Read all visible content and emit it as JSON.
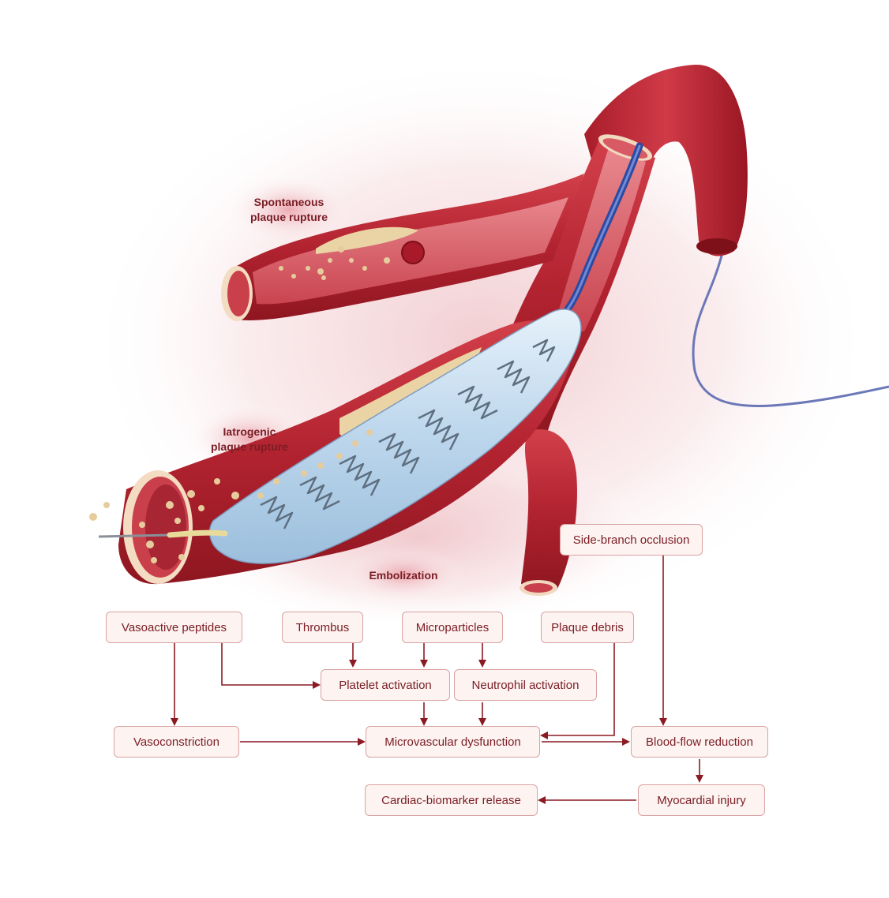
{
  "illustration": {
    "labels": {
      "spontaneous": "Spontaneous\nplaque rupture",
      "iatrogenic": "Iatrogenic\nplaque rupture",
      "embolization": "Embolization"
    }
  },
  "flowchart": {
    "nodes": {
      "side_branch_occlusion": "Side-branch occlusion",
      "vasoactive_peptides": "Vasoactive peptides",
      "thrombus": "Thrombus",
      "microparticles": "Microparticles",
      "plaque_debris": "Plaque debris",
      "platelet_activation": "Platelet activation",
      "neutrophil_activation": "Neutrophil activation",
      "vasoconstriction": "Vasoconstriction",
      "microvascular_dysfunction": "Microvascular dysfunction",
      "blood_flow_reduction": "Blood-flow reduction",
      "cardiac_biomarker_release": "Cardiac-biomarker release",
      "myocardial_injury": "Myocardial injury"
    }
  },
  "colors": {
    "arrow": "#8b1a22",
    "box_fill": "#fdf3f1",
    "box_border": "#d9a2a2",
    "text": "#7a1d24",
    "vessel": "#c8303a",
    "plaque": "#e8d3a6",
    "stent": "#c9dff0",
    "wire": "#2d4aa0"
  }
}
